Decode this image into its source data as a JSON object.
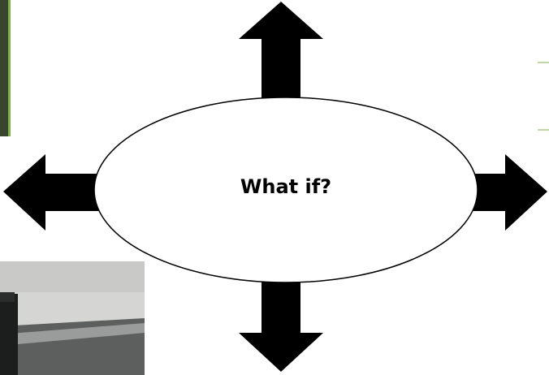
{
  "center_label": "What if?",
  "colors": {
    "arrow_fill": "#000000",
    "ellipse_fill": "#ffffff",
    "ellipse_stroke": "#000000",
    "left_photo_frame": "#2f3a22",
    "accent_green": "#7fb24a"
  },
  "arrows": [
    "up-arrow",
    "down-arrow",
    "left-arrow",
    "right-arrow"
  ]
}
